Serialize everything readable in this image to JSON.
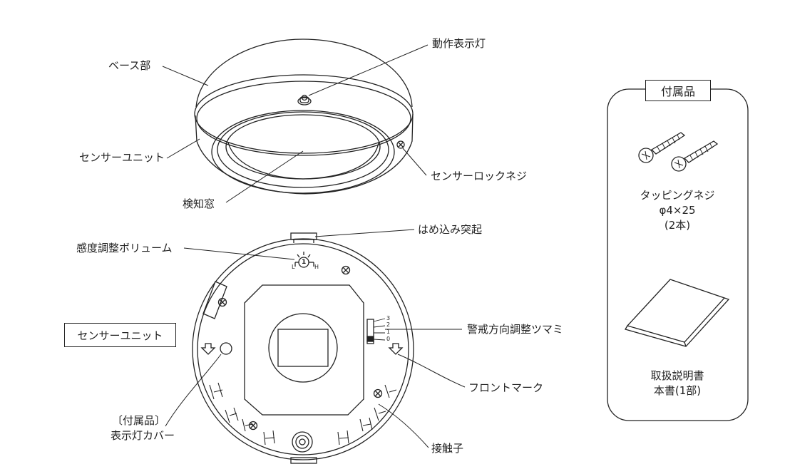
{
  "labels": {
    "base": "ベース部",
    "sensor_unit_top": "センサーユニット",
    "indicator_lamp": "動作表示灯",
    "lock_screw": "センサーロックネジ",
    "detection_window": "検知窓",
    "snap_protrusion": "はめ込み突起",
    "sensitivity_volume": "感度調整ボリューム",
    "sensor_unit_box": "センサーユニット",
    "direction_knob": "警戒方向調整ツマミ",
    "front_mark": "フロントマーク",
    "accessory_cover_1": "〔付属品〕",
    "accessory_cover_2": "表示灯カバー",
    "contact": "接触子"
  },
  "dial": {
    "low": "L",
    "high": "H",
    "center": "1"
  },
  "knob_scale": [
    "3",
    "2",
    "1",
    "0"
  ],
  "accessories": {
    "title": "付属品",
    "screw_line1": "タッピングネジ",
    "screw_line2": "φ4×25",
    "screw_line3": "(2本)",
    "manual_line1": "取扱説明書",
    "manual_line2": "本書(1部)"
  }
}
